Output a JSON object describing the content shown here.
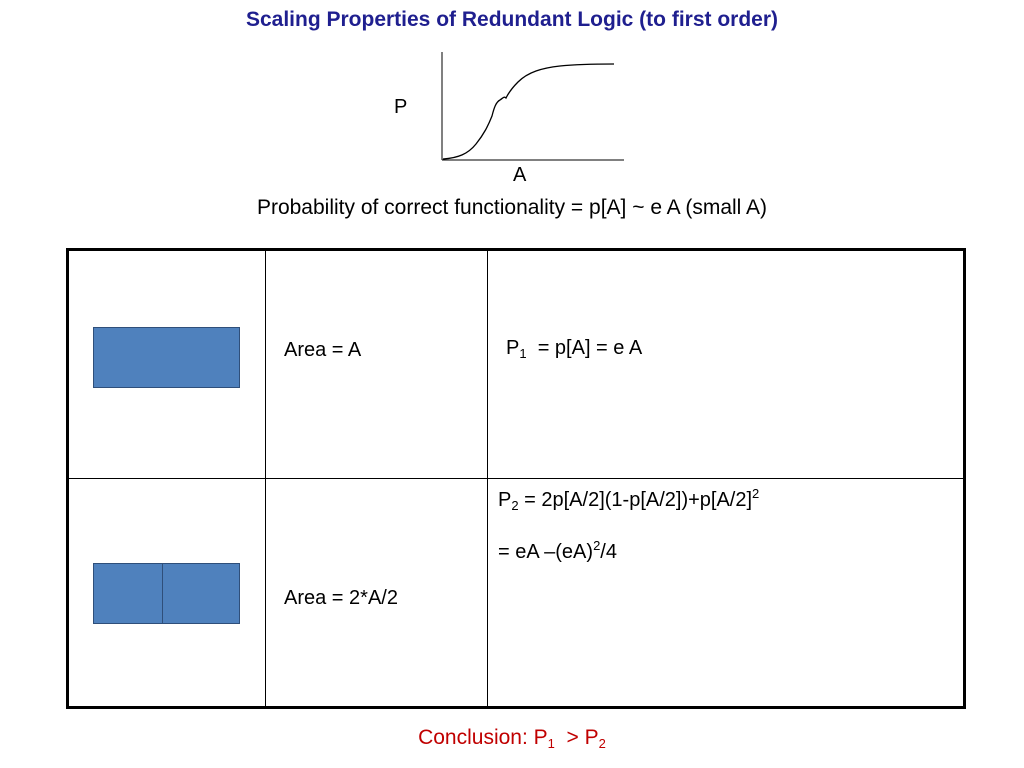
{
  "title": "Scaling Properties of Redundant Logic (to first order)",
  "colors": {
    "title": "#1f1f8f",
    "accent": "#c00000",
    "block_fill": "#4f81bd",
    "block_border": "#2f4f7a"
  },
  "plot": {
    "y_label": "P",
    "x_label": "A"
  },
  "subtitle": "Probability of correct functionality = p[A]  ~ e A (small A)",
  "table": {
    "row1": {
      "area": "Area = A",
      "p_symbol": "P",
      "p_sub": "1",
      "p_rest": "  = p[A] = e A"
    },
    "row2": {
      "area": "Area = 2*A/2",
      "line1_symbol": "P",
      "line1_sub": "2",
      "line1_rest": " = 2p[A/2](1-p[A/2])+p[A/2]",
      "line1_sup": "2",
      "line2_a": "= eA –(eA)",
      "line2_sup": "2",
      "line2_b": "/4"
    }
  },
  "conclusion": {
    "prefix": "Conclusion: P",
    "sub1": "1",
    "mid": "  > P",
    "sub2": "2"
  }
}
